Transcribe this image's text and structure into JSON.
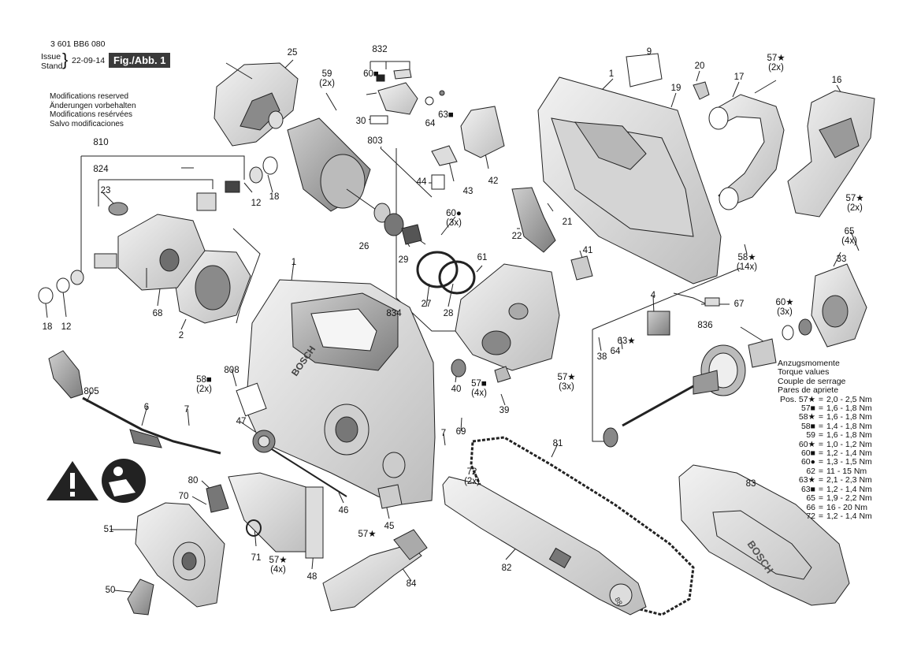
{
  "header": {
    "part_number": "3 601 BB6 080",
    "issue_label_en": "Issue",
    "issue_label_de": "Stand",
    "issue_date": "22-09-14",
    "figure_label": "Fig./Abb. 1"
  },
  "modifications": [
    "Modifications reserved",
    "Änderungen vorbehalten",
    "Modifications resérvées",
    "Salvo modificaciones"
  ],
  "torque_table": {
    "title_lines": [
      "Anzugsmomente",
      "Torque values",
      "Couple de serrage",
      "Pares de apriete"
    ],
    "pos_label": "Pos.",
    "rows": [
      {
        "pos": "57★",
        "value": "2,0 - 2,5 Nm"
      },
      {
        "pos": "57■",
        "value": "1,6 - 1,8 Nm"
      },
      {
        "pos": "58★",
        "value": "1,6 - 1,8 Nm"
      },
      {
        "pos": "58■",
        "value": "1,4 - 1,8 Nm"
      },
      {
        "pos": "59",
        "value": "1,6 - 1,8 Nm"
      },
      {
        "pos": "60★",
        "value": "1,0 - 1,2 Nm"
      },
      {
        "pos": "60■",
        "value": "1,2 - 1,4 Nm"
      },
      {
        "pos": "60●",
        "value": "1,3 - 1,5 Nm"
      },
      {
        "pos": "62",
        "value": "11  - 15 Nm"
      },
      {
        "pos": "63★",
        "value": "2,1 - 2,3 Nm"
      },
      {
        "pos": "63■",
        "value": "1,2 - 1,4 Nm"
      },
      {
        "pos": "65",
        "value": "1,9 - 2,2 Nm"
      },
      {
        "pos": "66",
        "value": "16  - 20 Nm"
      },
      {
        "pos": "72",
        "value": "1,2 - 1,4 Nm"
      }
    ]
  },
  "part_labels": [
    {
      "text": "25"
    },
    {
      "text": "59",
      "sub": "(2x)"
    },
    {
      "text": "832"
    },
    {
      "text": "60■"
    },
    {
      "text": "30"
    },
    {
      "text": "64"
    },
    {
      "text": "63■"
    },
    {
      "text": "9"
    },
    {
      "text": "20"
    },
    {
      "text": "1"
    },
    {
      "text": "19"
    },
    {
      "text": "17"
    },
    {
      "text": "57★",
      "sub": "(2x)"
    },
    {
      "text": "16"
    },
    {
      "text": "810"
    },
    {
      "text": "824"
    },
    {
      "text": "803"
    },
    {
      "text": "23"
    },
    {
      "text": "12"
    },
    {
      "text": "18"
    },
    {
      "text": "44"
    },
    {
      "text": "43"
    },
    {
      "text": "42"
    },
    {
      "text": "21"
    },
    {
      "text": "22"
    },
    {
      "text": "60●",
      "sub": "(3x)"
    },
    {
      "text": "26"
    },
    {
      "text": "29"
    },
    {
      "text": "61"
    },
    {
      "text": "57★",
      "sub": "(2x)"
    },
    {
      "text": "65",
      "sub": "(4x)"
    },
    {
      "text": "41"
    },
    {
      "text": "58★",
      "sub": "(14x)"
    },
    {
      "text": "33"
    },
    {
      "text": "18"
    },
    {
      "text": "12"
    },
    {
      "text": "68"
    },
    {
      "text": "2"
    },
    {
      "text": "1"
    },
    {
      "text": "27"
    },
    {
      "text": "28"
    },
    {
      "text": "834"
    },
    {
      "text": "4"
    },
    {
      "text": "67"
    },
    {
      "text": "60★",
      "sub": "(3x)"
    },
    {
      "text": "836"
    },
    {
      "text": "38"
    },
    {
      "text": "64"
    },
    {
      "text": "63★"
    },
    {
      "text": "805"
    },
    {
      "text": "808"
    },
    {
      "text": "58■",
      "sub": "(2x)"
    },
    {
      "text": "6"
    },
    {
      "text": "7"
    },
    {
      "text": "40"
    },
    {
      "text": "57■",
      "sub": "(4x)"
    },
    {
      "text": "57★",
      "sub": "(3x)"
    },
    {
      "text": "39"
    },
    {
      "text": "47"
    },
    {
      "text": "69"
    },
    {
      "text": "7"
    },
    {
      "text": "72",
      "sub": "(2x)"
    },
    {
      "text": "81"
    },
    {
      "text": "80"
    },
    {
      "text": "70"
    },
    {
      "text": "46"
    },
    {
      "text": "45"
    },
    {
      "text": "51"
    },
    {
      "text": "71"
    },
    {
      "text": "57★",
      "sub": "(4x)"
    },
    {
      "text": "57★"
    },
    {
      "text": "48"
    },
    {
      "text": "82"
    },
    {
      "text": "83"
    },
    {
      "text": "84"
    },
    {
      "text": "50"
    }
  ],
  "warning_icon": "warning-triangle-icon",
  "manual_icon": "read-manual-icon",
  "brand_text": "BOSCH",
  "bar_mark": "88"
}
